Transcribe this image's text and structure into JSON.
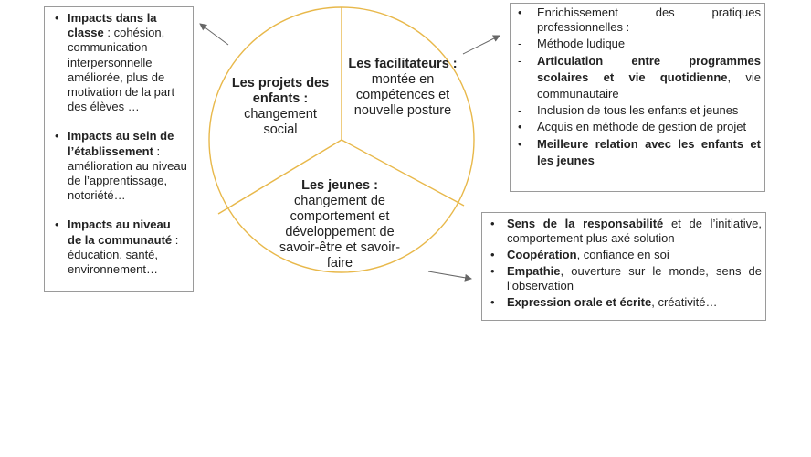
{
  "colors": {
    "circle": "#e8b84a",
    "box_border": "#9a9a9a",
    "arrow": "#666666"
  },
  "segments": {
    "left": {
      "title": "Les projets des enfants :",
      "body": "changement social"
    },
    "right": {
      "title": "Les facilitateurs :",
      "body": "montée en compétences et nouvelle posture"
    },
    "bottom": {
      "title": "Les jeunes :",
      "body": "changement de comportement et développement de savoir-être et savoir-faire"
    }
  },
  "boxes": {
    "left": {
      "items": [
        {
          "bold": "Impacts dans la classe",
          "text": " : cohésion, communication interpersonnelle améliorée, plus de motivation de la part des élèves …"
        },
        {
          "bold": "Impacts au sein de l’établissement",
          "text": " : amélioration au niveau de l’apprentissage, notoriété…"
        },
        {
          "bold": "Impacts au niveau de la communauté",
          "text": " : éducation, santé, environnement…"
        }
      ]
    },
    "top_right": {
      "items": [
        {
          "marker": "•",
          "bold": "",
          "text": "Enrichissement des pratiques professionnelles :"
        },
        {
          "marker": "-",
          "bold": "",
          "text": "Méthode ludique"
        },
        {
          "marker": "-",
          "bold": "Articulation entre programmes scolaires et vie quotidienne",
          "text": ", vie communautaire"
        },
        {
          "marker": "-",
          "bold": "",
          "text": "Inclusion de tous les enfants et jeunes"
        },
        {
          "marker": "•",
          "bold": "",
          "text": "Acquis en méthode de gestion de projet"
        },
        {
          "marker": "•",
          "bold": "Meilleure relation avec les enfants et les jeunes",
          "text": ""
        }
      ]
    },
    "bottom_right": {
      "items": [
        {
          "bold": "Sens de la responsabilité",
          "text": " et de l’initiative, comportement plus axé solution"
        },
        {
          "bold": "Coopération",
          "text": ", confiance en soi"
        },
        {
          "bold": "Empathie",
          "text": ", ouverture sur le monde, sens de l’observation"
        },
        {
          "bold": "Expression orale et écrite",
          "text": ", créativité…"
        }
      ]
    }
  }
}
